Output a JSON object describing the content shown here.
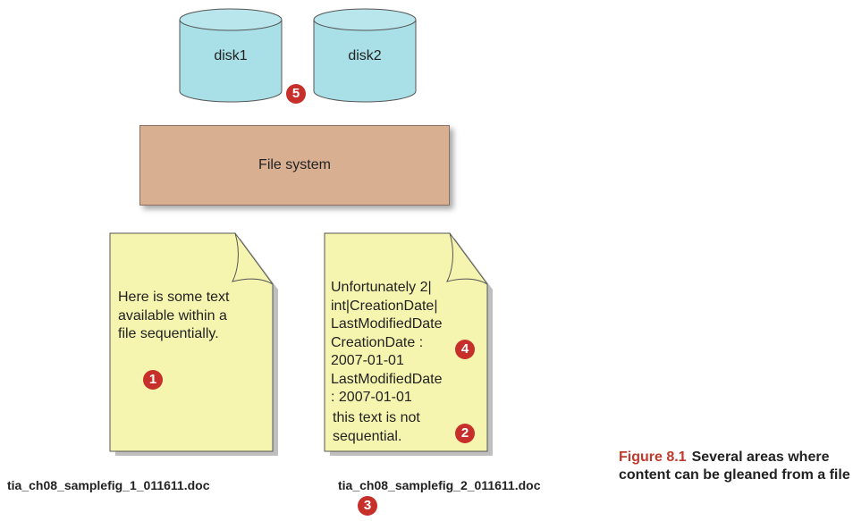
{
  "disks": [
    {
      "label": "disk1"
    },
    {
      "label": "disk2"
    }
  ],
  "file_system": {
    "label": "File system"
  },
  "doc1": {
    "lines": [
      "Here is some text",
      "available within a",
      "file sequentially."
    ],
    "filename": "tia_ch08_samplefig_1_011611.doc"
  },
  "doc2": {
    "lines": [
      "Unfortunately 2|",
      "int|CreationDate|",
      "LastModifiedDate",
      "CreationDate :",
      "2007-01-01",
      "LastModifiedDate",
      ": 2007-01-01"
    ],
    "tail_lines": [
      "this text is not",
      "sequential."
    ],
    "filename": "tia_ch08_samplefig_2_011611.doc"
  },
  "badges": {
    "b1": "1",
    "b2": "2",
    "b3": "3",
    "b4": "4",
    "b5": "5"
  },
  "caption": {
    "figure_number": "Figure 8.1",
    "text": "Several areas where content can be gleaned from a file"
  },
  "colors": {
    "disk_fill": "#a9dfe6",
    "file_system_fill": "#d8b091",
    "document_fill": "#f5f5b0",
    "badge": "#c62f2a",
    "figure_label": "#c0392b"
  }
}
